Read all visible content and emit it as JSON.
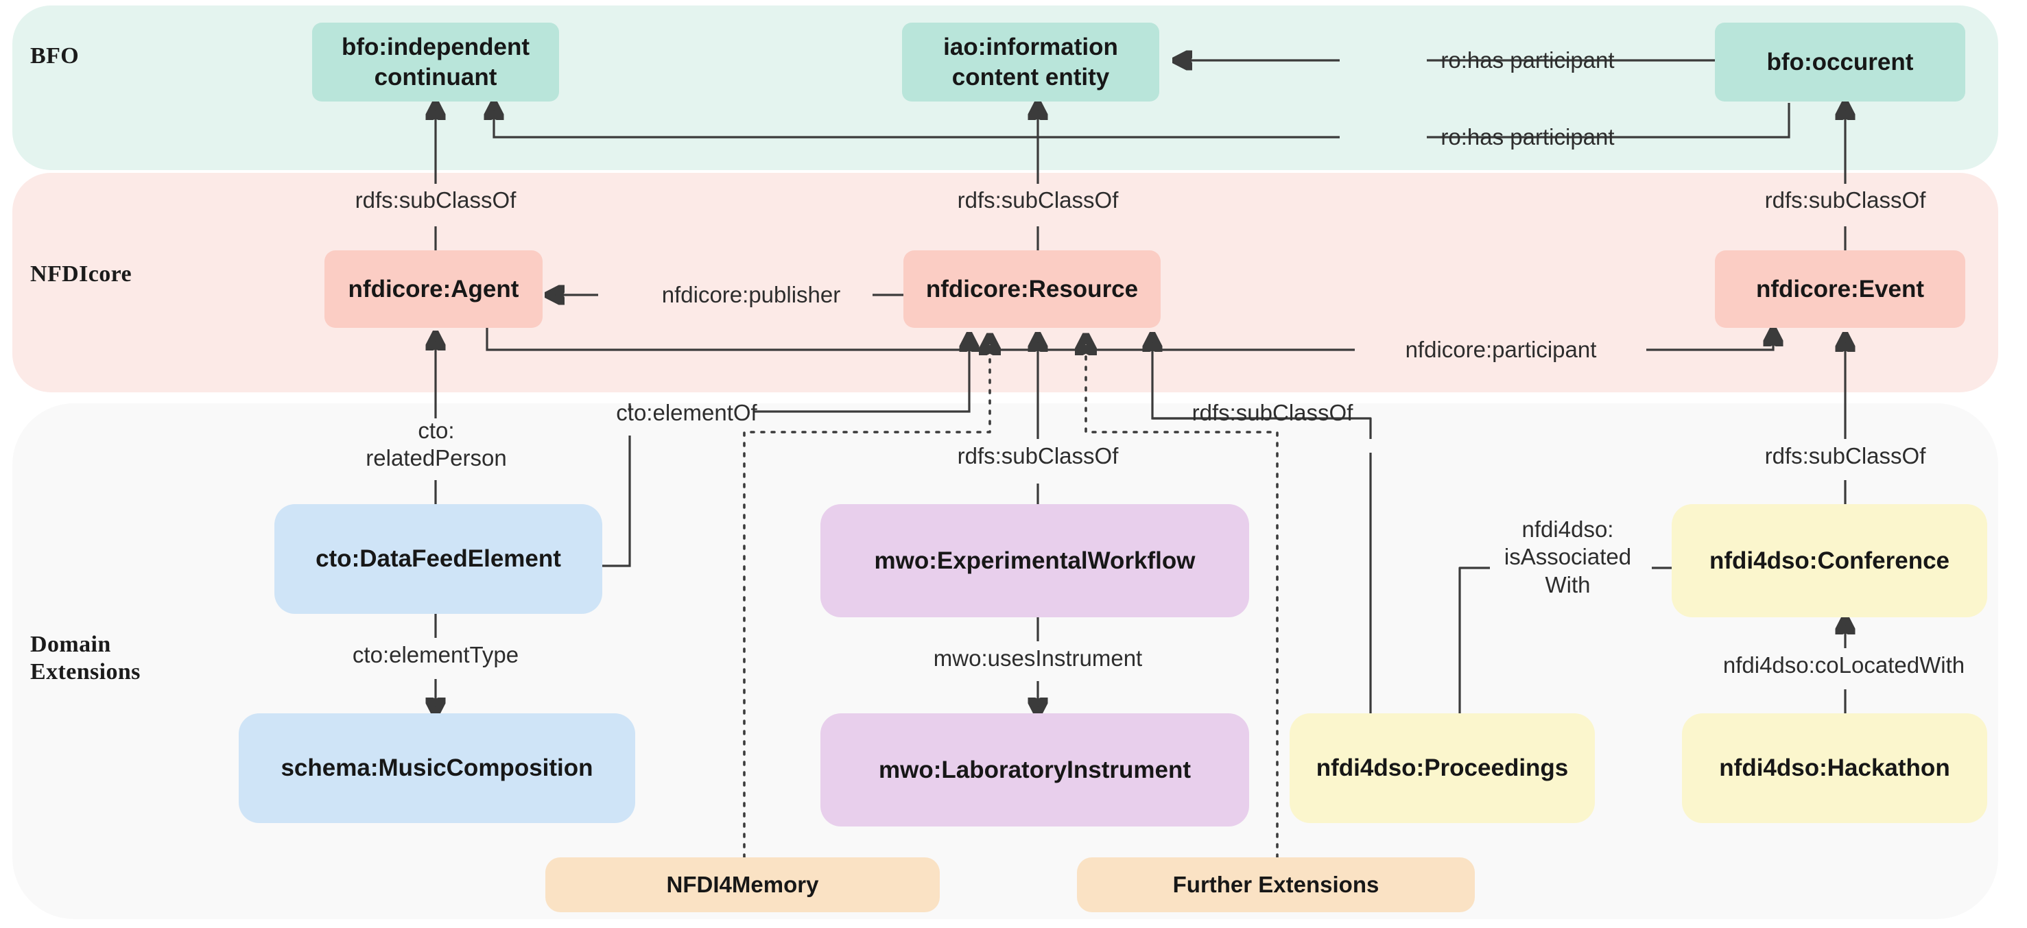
{
  "diagram": {
    "title": "NFDIcore layered ontology architecture",
    "bands": [
      {
        "id": "bfo",
        "label": "BFO",
        "color": "#e4f4ef"
      },
      {
        "id": "core",
        "label": "NFDIcore",
        "color": "#fceae7"
      },
      {
        "id": "domain",
        "label": "Domain\nExtensions",
        "color": "#f9f9f9"
      }
    ],
    "nodes": [
      {
        "id": "bfo-independent-continuant",
        "label": "bfo:independent\ncontinuant",
        "band": "bfo",
        "color": "#b9e5da"
      },
      {
        "id": "iao-information-content-entity",
        "label": "iao:information\ncontent entity",
        "band": "bfo",
        "color": "#b9e5da"
      },
      {
        "id": "bfo-occurent",
        "label": "bfo:occurent",
        "band": "bfo",
        "color": "#b9e5da"
      },
      {
        "id": "nfdicore-agent",
        "label": "nfdicore:Agent",
        "band": "core",
        "color": "#fbcdc4"
      },
      {
        "id": "nfdicore-resource",
        "label": "nfdicore:Resource",
        "band": "core",
        "color": "#fbcdc4"
      },
      {
        "id": "nfdicore-event",
        "label": "nfdicore:Event",
        "band": "core",
        "color": "#fbcdc4"
      },
      {
        "id": "cto-datafeedelement",
        "label": "cto:DataFeedElement",
        "band": "domain",
        "color": "#cfe4f7"
      },
      {
        "id": "schema-musiccomposition",
        "label": "schema:MusicComposition",
        "band": "domain",
        "color": "#cfe4f7"
      },
      {
        "id": "mwo-experimentalworkflow",
        "label": "mwo:ExperimentalWorkflow",
        "band": "domain",
        "color": "#e8cfec"
      },
      {
        "id": "mwo-laboratoryinstrument",
        "label": "mwo:LaboratoryInstrument",
        "band": "domain",
        "color": "#e8cfec"
      },
      {
        "id": "nfdi4dso-proceedings",
        "label": "nfdi4dso:Proceedings",
        "band": "domain",
        "color": "#fbf6cd"
      },
      {
        "id": "nfdi4dso-conference",
        "label": "nfdi4dso:Conference",
        "band": "domain",
        "color": "#fbf6cd"
      },
      {
        "id": "nfdi4dso-hackathon",
        "label": "nfdi4dso:Hackathon",
        "band": "domain",
        "color": "#fbf6cd"
      },
      {
        "id": "nfdi4memory",
        "label": "NFDI4Memory",
        "band": "domain",
        "color": "#fae2c4"
      },
      {
        "id": "further-extensions",
        "label": "Further Extensions",
        "band": "domain",
        "color": "#fae2c4"
      }
    ],
    "edges": [
      {
        "id": "e1",
        "label": "ro:has participant",
        "from": "bfo-occurent",
        "to": "iao-information-content-entity",
        "style": "solid"
      },
      {
        "id": "e2",
        "label": "ro:has participant",
        "from": "bfo-occurent",
        "to": "bfo-independent-continuant",
        "style": "solid"
      },
      {
        "id": "e3",
        "label": "rdfs:subClassOf",
        "from": "nfdicore-agent",
        "to": "bfo-independent-continuant",
        "style": "solid"
      },
      {
        "id": "e4",
        "label": "rdfs:subClassOf",
        "from": "nfdicore-resource",
        "to": "iao-information-content-entity",
        "style": "solid"
      },
      {
        "id": "e5",
        "label": "rdfs:subClassOf",
        "from": "nfdicore-event",
        "to": "bfo-occurent",
        "style": "solid"
      },
      {
        "id": "e6",
        "label": "nfdicore:publisher",
        "from": "nfdicore-resource",
        "to": "nfdicore-agent",
        "style": "solid"
      },
      {
        "id": "e7",
        "label": "nfdicore:participant",
        "from": "nfdicore-agent",
        "to": "nfdicore-event",
        "style": "solid"
      },
      {
        "id": "e8",
        "label": "cto:\nrelatedPerson",
        "from": "cto-datafeedelement",
        "to": "nfdicore-agent",
        "style": "solid"
      },
      {
        "id": "e9",
        "label": "cto:elementOf",
        "from": "cto-datafeedelement",
        "to": "nfdicore-resource",
        "style": "solid"
      },
      {
        "id": "e10",
        "label": "rdfs:subClassOf",
        "from": "mwo-experimentalworkflow",
        "to": "nfdicore-resource",
        "style": "solid"
      },
      {
        "id": "e11",
        "label": "rdfs:subClassOf",
        "from": "nfdi4dso-proceedings",
        "to": "nfdicore-resource",
        "style": "solid"
      },
      {
        "id": "e12",
        "label": "cto:elementType",
        "from": "cto-datafeedelement",
        "to": "schema-musiccomposition",
        "style": "solid"
      },
      {
        "id": "e13",
        "label": "mwo:usesInstrument",
        "from": "mwo-experimentalworkflow",
        "to": "mwo-laboratoryinstrument",
        "style": "solid"
      },
      {
        "id": "e14",
        "label": "rdfs:subClassOf",
        "from": "nfdi4dso-conference",
        "to": "nfdicore-event",
        "style": "solid"
      },
      {
        "id": "e15",
        "label": "nfdi4dso:\nisAssociated\nWith",
        "from": "nfdi4dso-proceedings",
        "to": "nfdi4dso-conference",
        "style": "solid"
      },
      {
        "id": "e16",
        "label": "nfdi4dso:coLocatedWith",
        "from": "nfdi4dso-hackathon",
        "to": "nfdi4dso-conference",
        "style": "solid"
      },
      {
        "id": "e17",
        "label": "",
        "from": "nfdi4memory",
        "to": "nfdicore-resource",
        "style": "dotted"
      },
      {
        "id": "e18",
        "label": "",
        "from": "further-extensions",
        "to": "nfdicore-resource",
        "style": "dotted"
      }
    ],
    "edge_labels": {
      "ro_has_participant_top": "ro:has participant",
      "ro_has_participant_bottom": "ro:has participant",
      "subclassof_agent": "rdfs:subClassOf",
      "subclassof_resource": "rdfs:subClassOf",
      "subclassof_event": "rdfs:subClassOf",
      "publisher": "nfdicore:publisher",
      "participant": "nfdicore:participant",
      "related_person": "cto:\nrelatedPerson",
      "element_of": "cto:elementOf",
      "subclassof_workflow": "rdfs:subClassOf",
      "subclassof_proceedings": "rdfs:subClassOf",
      "element_type": "cto:elementType",
      "uses_instrument": "mwo:usesInstrument",
      "subclassof_conference": "rdfs:subClassOf",
      "is_associated_with": "nfdi4dso:\nisAssociated\nWith",
      "co_located_with": "nfdi4dso:coLocatedWith"
    }
  }
}
